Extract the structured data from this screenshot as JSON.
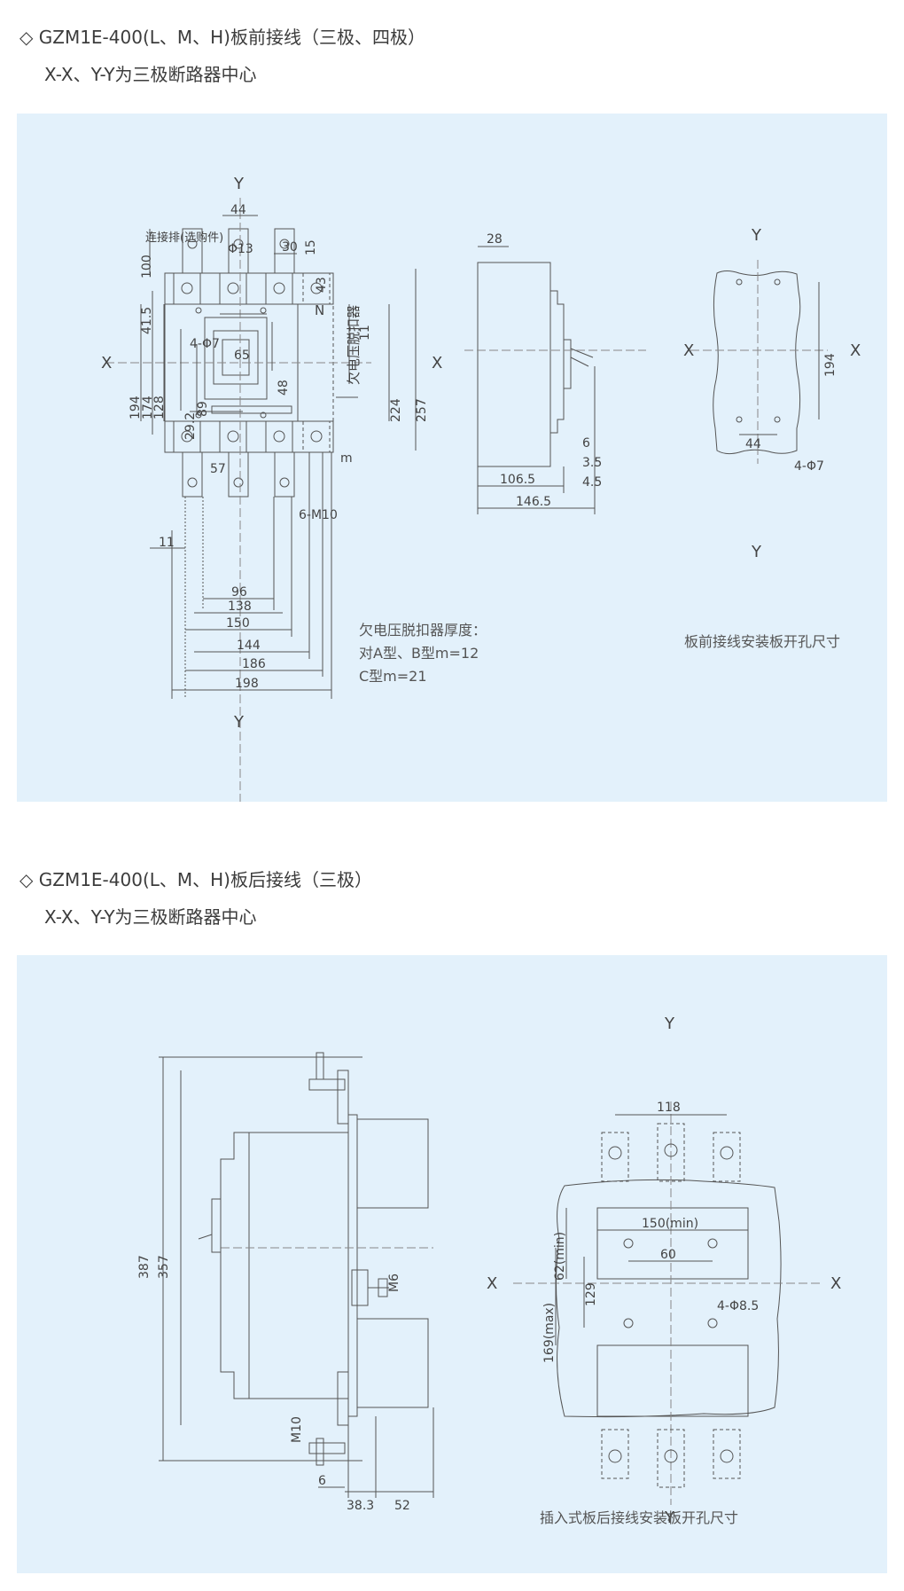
{
  "section1": {
    "title": "◇ GZM1E-400(L、M、H)板前接线（三极、四极）",
    "subtitle": "X-X、Y-Y为三极断路器中心",
    "diagram": {
      "axis_x": "X",
      "axis_y": "Y",
      "pole_n": "N",
      "connector_label": "连接排(选购件)",
      "uv_release_label": "欠电压脱扣器",
      "dims_front": [
        "44",
        "Φ13",
        "30",
        "15",
        "100",
        "43",
        "41.5",
        "4-Φ7",
        "11",
        "65",
        "48",
        "89",
        "29.2",
        "194",
        "174",
        "128",
        "224",
        "257",
        "57",
        "m",
        "6-M10",
        "11",
        "96",
        "138",
        "150",
        "144",
        "186",
        "198"
      ],
      "dims_side": [
        "28",
        "6",
        "3.5",
        "4.5",
        "106.5",
        "146.5"
      ],
      "dims_panel": [
        "194",
        "44",
        "4-Φ7"
      ],
      "note_lines": [
        "欠电压脱扣器厚度：",
        "对A型、B型m=12",
        "C型m=21"
      ],
      "panel_caption": "板前接线安装板开孔尺寸"
    }
  },
  "section2": {
    "title": "◇ GZM1E-400(L、M、H)板后接线（三极）",
    "subtitle": "X-X、Y-Y为三极断路器中心",
    "diagram": {
      "axis_x": "X",
      "axis_y": "Y",
      "dims_side": [
        "387",
        "357",
        "M6",
        "M10",
        "6",
        "38.3",
        "52"
      ],
      "dims_panel": [
        "118",
        "62(min)",
        "150(min)",
        "60",
        "169(max)",
        "129",
        "4-Φ8.5"
      ],
      "panel_caption": "插入式板后接线安装板开孔尺寸"
    }
  },
  "colors": {
    "panel_bg": "#e3f1fb",
    "line": "#555555"
  }
}
